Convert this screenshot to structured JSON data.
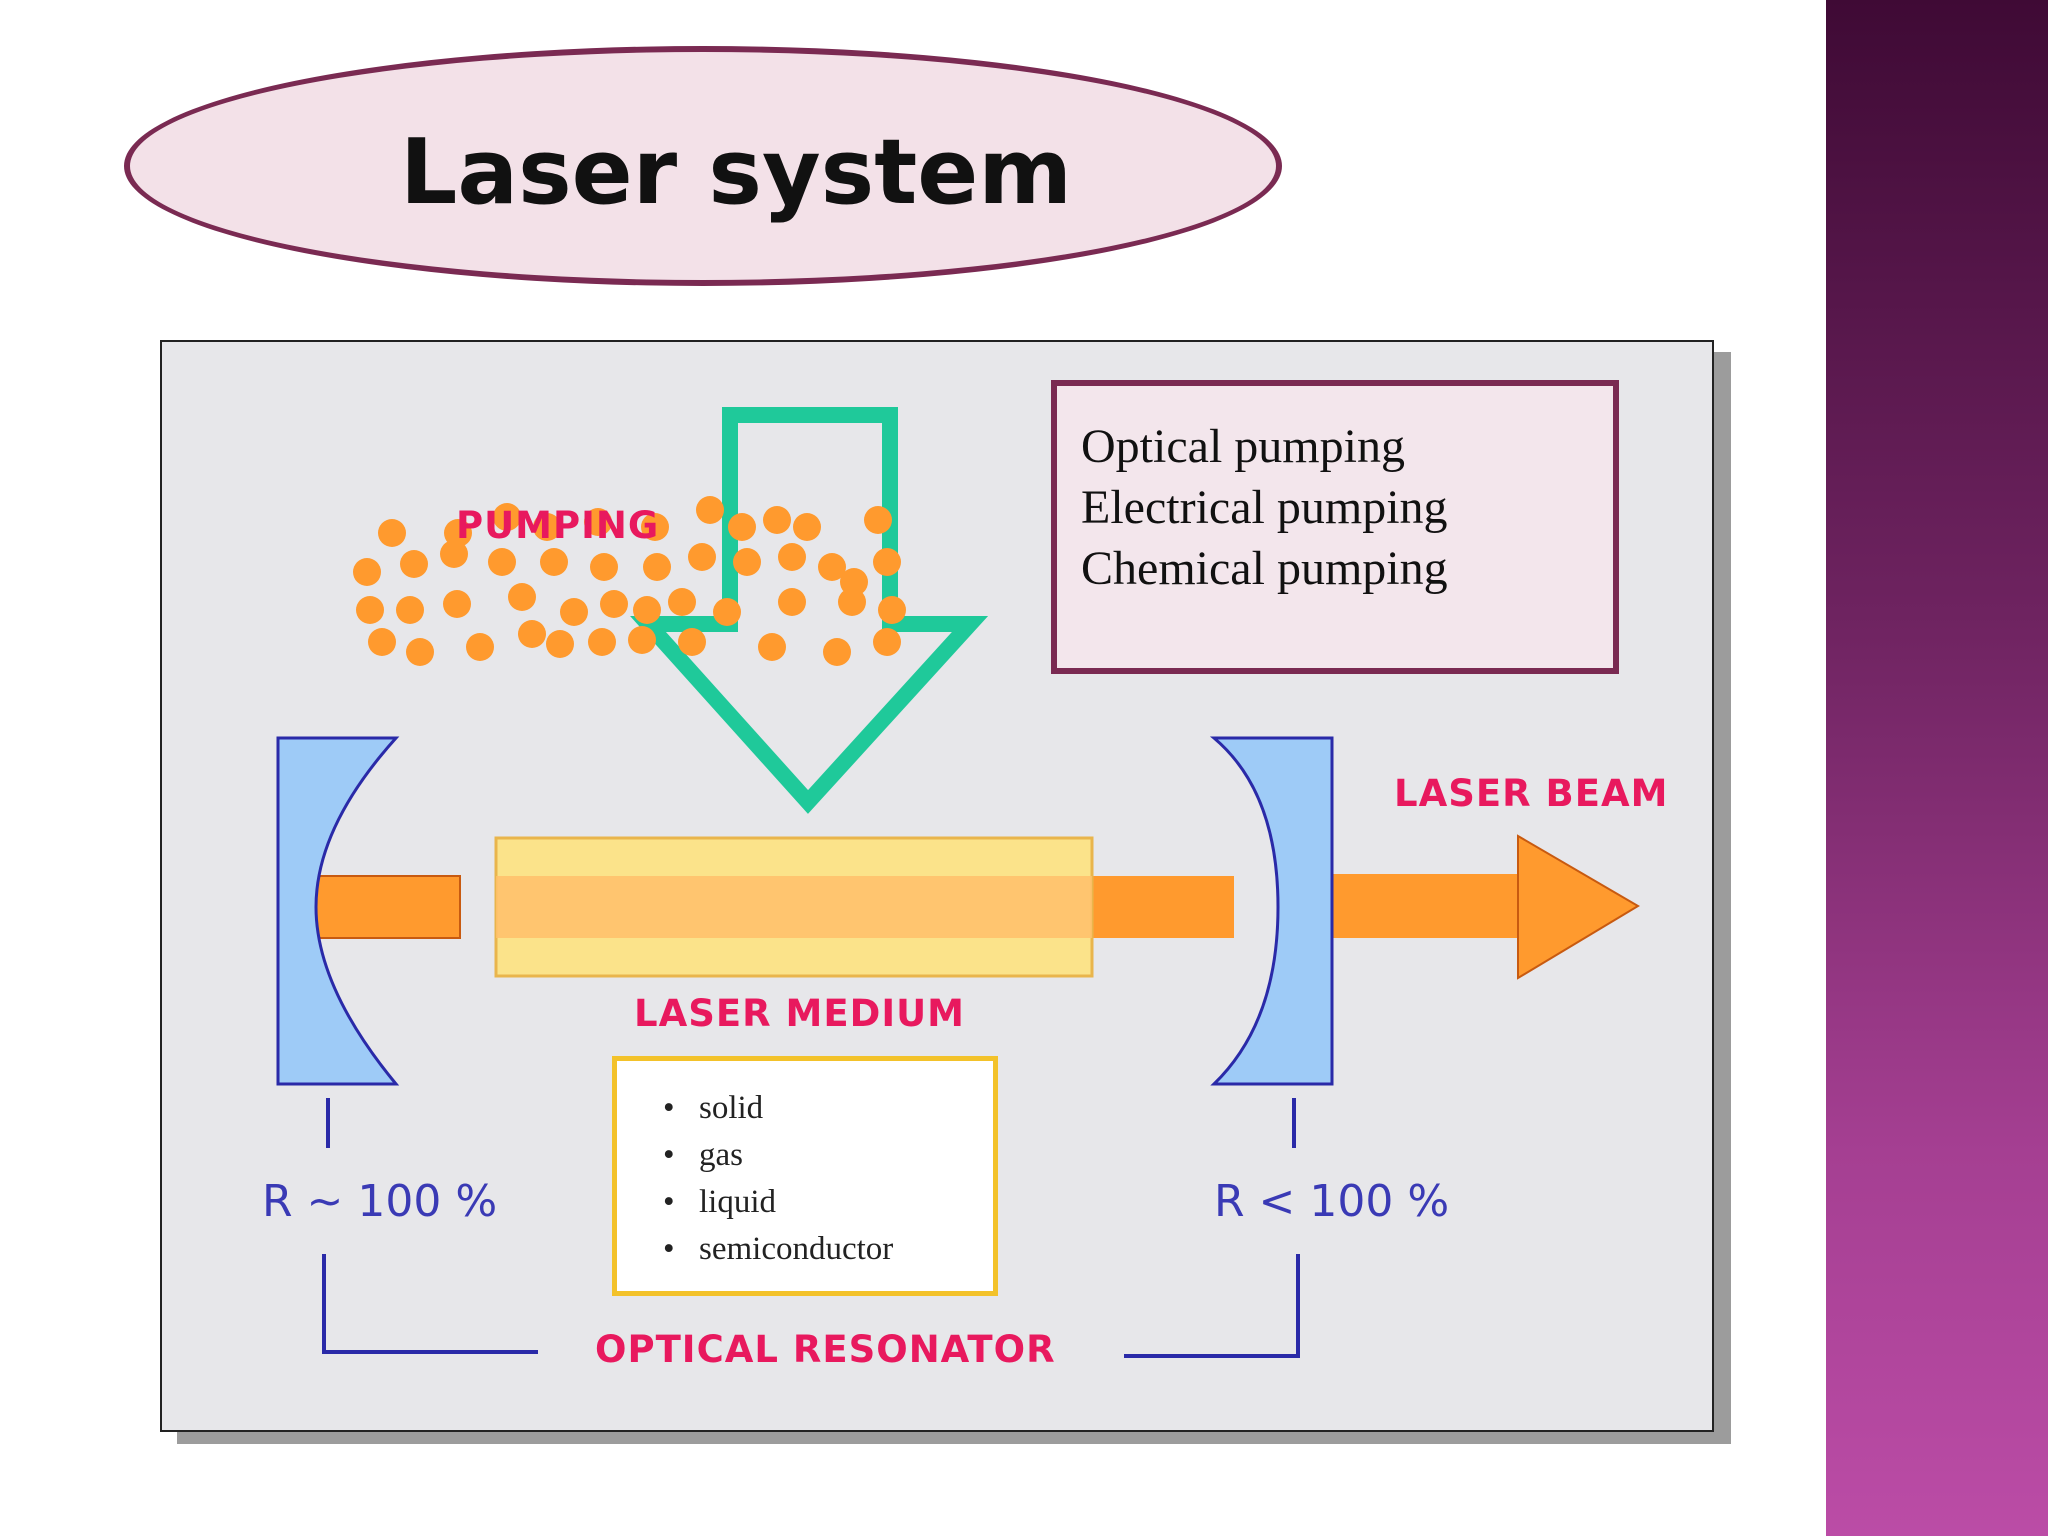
{
  "slide": {
    "title": "Laser system"
  },
  "diagram": {
    "labels": {
      "pumping": "PUMPING",
      "laser_beam": "LASER BEAM",
      "laser_medium": "LASER MEDIUM",
      "optical_resonator": "OPTICAL RESONATOR",
      "r_left": "R ~ 100 %",
      "r_right": "R < 100 %"
    },
    "pumping_methods": [
      "Optical pumping",
      "Electrical pumping",
      "Chemical pumping"
    ],
    "medium_types": [
      "solid",
      "gas",
      "liquid",
      "semiconductor"
    ]
  },
  "colors": {
    "title_border": "#7a2a52",
    "title_fill": "#f3e1e8",
    "label_pink": "#e8195e",
    "label_blue": "#3a3ab5",
    "pump_arrow": "#1fc99a",
    "beam": "#ff9a2e",
    "mirror": "#9ecbf7",
    "medium_fill": "#fbe38a",
    "medium_box_border": "#f3c22a",
    "sidebar_top": "#3f0a35",
    "sidebar_bottom": "#bb4ca6"
  }
}
